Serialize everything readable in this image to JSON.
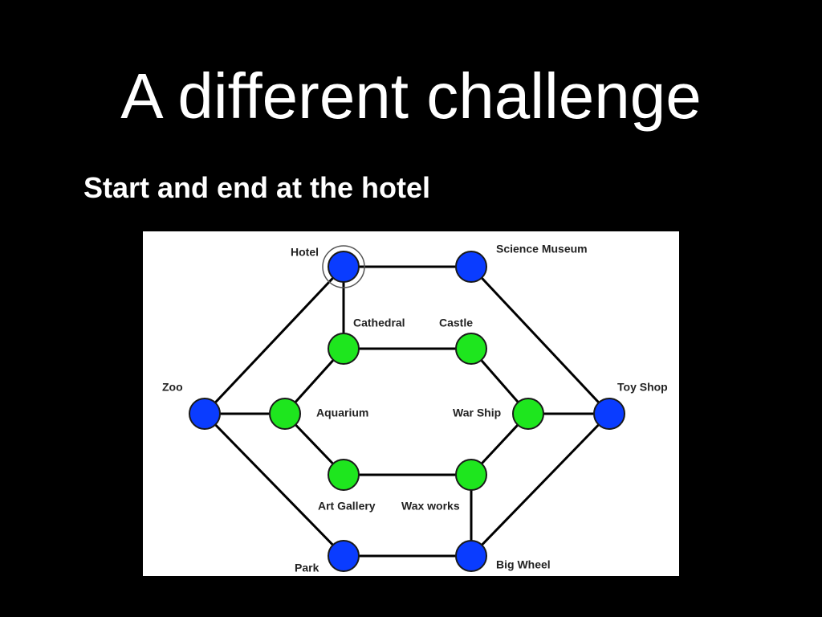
{
  "slide": {
    "title": "A different challenge",
    "subtitle": "Start and end at the hotel"
  },
  "graph": {
    "colors": {
      "background": "#000000",
      "panel": "#ffffff",
      "outer_node": "#0a3cff",
      "inner_node": "#1ee61e",
      "edge": "#000000",
      "highlight_ring": "#555555"
    },
    "nodes": [
      {
        "id": "hotel",
        "label": "Hotel",
        "group": "outer",
        "highlighted": true
      },
      {
        "id": "science-museum",
        "label": "Science Museum",
        "group": "outer"
      },
      {
        "id": "cathedral",
        "label": "Cathedral",
        "group": "inner"
      },
      {
        "id": "castle",
        "label": "Castle",
        "group": "inner"
      },
      {
        "id": "zoo",
        "label": "Zoo",
        "group": "outer"
      },
      {
        "id": "aquarium",
        "label": "Aquarium",
        "group": "inner"
      },
      {
        "id": "war-ship",
        "label": "War Ship",
        "group": "inner"
      },
      {
        "id": "toy-shop",
        "label": "Toy Shop",
        "group": "outer"
      },
      {
        "id": "art-gallery",
        "label": "Art Gallery",
        "group": "inner"
      },
      {
        "id": "wax-works",
        "label": "Wax works",
        "group": "inner"
      },
      {
        "id": "park",
        "label": "Park",
        "group": "outer"
      },
      {
        "id": "big-wheel",
        "label": "Big Wheel",
        "group": "outer"
      }
    ],
    "edges": [
      [
        "hotel",
        "science-museum"
      ],
      [
        "hotel",
        "zoo"
      ],
      [
        "hotel",
        "cathedral"
      ],
      [
        "science-museum",
        "toy-shop"
      ],
      [
        "cathedral",
        "castle"
      ],
      [
        "cathedral",
        "aquarium"
      ],
      [
        "castle",
        "war-ship"
      ],
      [
        "zoo",
        "aquarium"
      ],
      [
        "zoo",
        "park"
      ],
      [
        "war-ship",
        "toy-shop"
      ],
      [
        "aquarium",
        "art-gallery"
      ],
      [
        "war-ship",
        "wax-works"
      ],
      [
        "art-gallery",
        "wax-works"
      ],
      [
        "toy-shop",
        "big-wheel"
      ],
      [
        "wax-works",
        "big-wheel"
      ],
      [
        "park",
        "big-wheel"
      ]
    ]
  }
}
